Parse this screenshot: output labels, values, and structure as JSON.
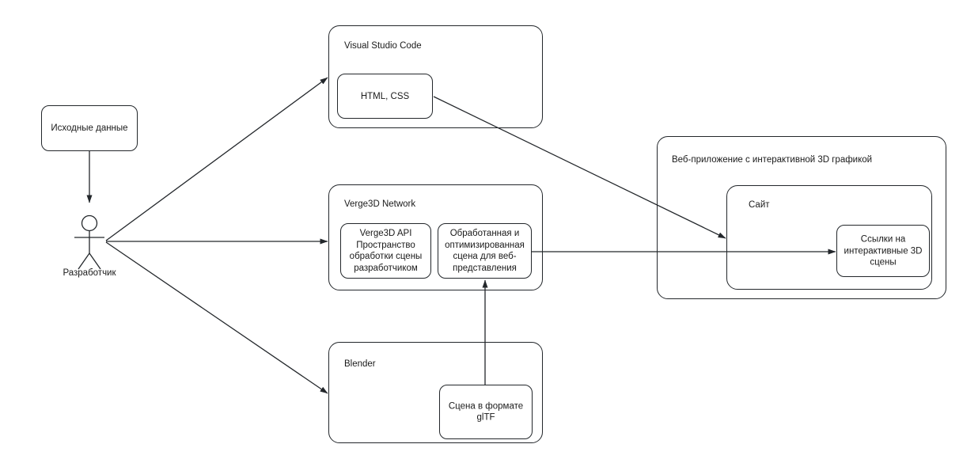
{
  "diagram": {
    "title_text": "",
    "stroke_color": "#23272b",
    "text_color": "#1a1a1a",
    "background": "#ffffff",
    "actor": {
      "name": "developer-actor",
      "caption": "Разработчик"
    },
    "nodes": [
      {
        "id": "source-data",
        "label": "Исходные данные",
        "kind": "leaf"
      },
      {
        "id": "vscode",
        "label": "Visual Studio Code",
        "kind": "container",
        "children": [
          {
            "id": "html-css",
            "label": "HTML, CSS"
          }
        ]
      },
      {
        "id": "verge3d-network",
        "label": "Verge3D Network",
        "kind": "container",
        "children": [
          {
            "id": "verge3d-api",
            "label": "Verge3D API Пространство обработки сцены разработчиком"
          },
          {
            "id": "processed-scene",
            "label": "Обработанная и оптимизированная сцена для веб-представления"
          }
        ]
      },
      {
        "id": "blender",
        "label": "Blender",
        "kind": "container",
        "children": [
          {
            "id": "gltf-scene",
            "label": "Сцена в формате glTF"
          }
        ]
      },
      {
        "id": "web-app",
        "label": "Веб-приложение с интерактивной 3D графикой",
        "kind": "container",
        "children": [
          {
            "id": "site",
            "label": "Сайт",
            "children": [
              {
                "id": "links-3d",
                "label": "Ссылки на интерактивные 3D сцены"
              }
            ]
          }
        ]
      }
    ],
    "edges": [
      {
        "id": "edge-source-to-developer",
        "from": "source-data",
        "to": "developer-actor",
        "label": ""
      },
      {
        "id": "edge-developer-to-vscode",
        "from": "developer-actor",
        "to": "vscode",
        "label": ""
      },
      {
        "id": "edge-developer-to-verge3d",
        "from": "developer-actor",
        "to": "verge3d-network",
        "label": ""
      },
      {
        "id": "edge-developer-to-blender",
        "from": "developer-actor",
        "to": "blender",
        "label": ""
      },
      {
        "id": "edge-htmlcss-to-site",
        "from": "html-css",
        "to": "site",
        "label": ""
      },
      {
        "id": "edge-scene-to-links",
        "from": "processed-scene",
        "to": "links-3d",
        "label": ""
      },
      {
        "id": "edge-gltf-to-scene",
        "from": "gltf-scene",
        "to": "processed-scene",
        "label": ""
      }
    ]
  },
  "labels": {
    "source_data": "Исходные данные",
    "developer": "Разработчик",
    "vscode": "Visual Studio Code",
    "html_css": "HTML, CSS",
    "verge3d_network": "Verge3D Network",
    "verge3d_api": "Verge3D API\nПространство\nобработки сцены\nразработчиком",
    "verge3d_api_l1": "Verge3D API",
    "verge3d_api_l2": "Пространство",
    "verge3d_api_l3": "обработки сцены",
    "verge3d_api_l4": "разработчиком",
    "processed_scene_l1": "Обработанная и",
    "processed_scene_l2": "оптимизированная",
    "processed_scene_l3": "сцена для веб-",
    "processed_scene_l4": "представления",
    "blender": "Blender",
    "gltf_scene_l1": "Сцена в формате",
    "gltf_scene_l2": "glTF",
    "web_app": "Веб-приложение с интерактивной 3D графикой",
    "site": "Сайт",
    "links_l1": "Ссылки на",
    "links_l2": "интерактивные 3D",
    "links_l3": "сцены"
  }
}
